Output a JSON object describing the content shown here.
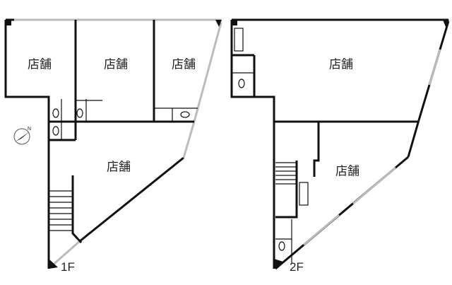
{
  "floors": [
    {
      "label": "1F",
      "rooms": [
        "店舗",
        "店舗",
        "店舗",
        "店舗"
      ]
    },
    {
      "label": "2F",
      "rooms": [
        "店舗",
        "店舗"
      ]
    }
  ],
  "compass": {
    "label": "N",
    "icon": "north-arrow-icon"
  }
}
